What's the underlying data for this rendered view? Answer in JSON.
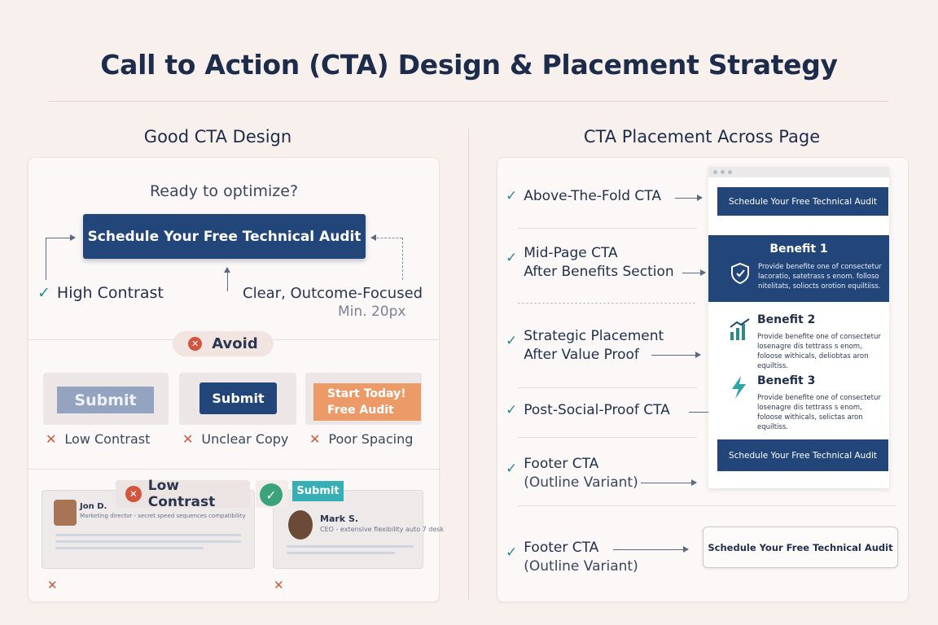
{
  "title": "Call to Action (CTA) Design & Placement Strategy",
  "left": {
    "heading": "Good CTA Design",
    "ready_text": "Ready to optimize?",
    "main_cta": "Schedule Your Free Technical Audit",
    "high_contrast": "High Contrast",
    "clear_copy": "Clear, Outcome-Focused",
    "min_size": "Min. 20px",
    "avoid_label": "Avoid",
    "bad_examples": [
      {
        "button": "Submit",
        "label": "Low Contrast"
      },
      {
        "button": "Submit",
        "label": "Unclear Copy"
      },
      {
        "button_line1": "Start Today!",
        "button_line2": "Free Audit",
        "label": "Poor Spacing"
      }
    ],
    "low_contrast_pill": "Low Contrast",
    "submit_overlay": "Submit",
    "testimonials": [
      {
        "name": "Jon D.",
        "role": "Marketing director",
        "role_extra": "- secret speed sequences compatibility"
      },
      {
        "name": "Mark S.",
        "role": "CEO",
        "role_extra": "- extensive flexibility auto 7 desk"
      }
    ]
  },
  "right": {
    "heading": "CTA Placement Across Page",
    "items": [
      {
        "line1": "Above-The-Fold CTA",
        "line2": ""
      },
      {
        "line1": "Mid-Page CTA",
        "line2": "After Benefits Section"
      },
      {
        "line1": "Strategic Placement",
        "line2": "After Value Proof"
      },
      {
        "line1": "Post-Social-Proof CTA",
        "line2": ""
      },
      {
        "line1": "Footer CTA",
        "line2": "(Outline Variant)"
      },
      {
        "line1": "Footer CTA",
        "line2": "(Outline Variant)"
      }
    ],
    "mock_cta_top": "Schedule Your Free Technical Audit",
    "mock_cta_bottom": "Schedule Your Free Technical Audit",
    "outline_cta": "Schedule Your Free Technical Audit",
    "benefits": [
      {
        "title": "Benefit 1",
        "text": "Provide benefite one of consectetur lacoratio, satetrass s enom. folloso nitelitats, soliocts orotion equiltiiss."
      },
      {
        "title": "Benefit 2",
        "text": "Provide benefite one of consectetur losenagre dis tettrass s enom, foloose withicals, deliobtas aron equiltiss."
      },
      {
        "title": "Benefit 3",
        "text": "Provide benefite one of consectetur losenagre dis tettrass s enom, foloose withicals, selictas aron equiltiss."
      }
    ]
  },
  "colors": {
    "navy": "#23467a",
    "teal": "#2c8a8a",
    "red": "#d2553d",
    "orange": "#ec9a68",
    "background": "#f8f0ed"
  }
}
